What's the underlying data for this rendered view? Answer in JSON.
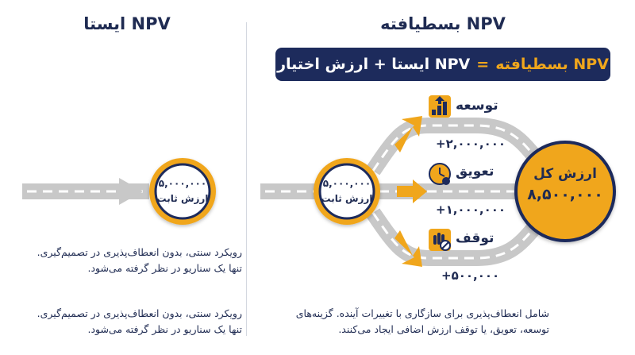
{
  "left": {
    "title": "NPV ایستا",
    "circle_value": "۵,۰۰۰,۰۰۰",
    "circle_label": "ارزش ثابت",
    "desc_1_line1": "رویکرد سنتی، بدون انعطاف‌پذیری در تصمیم‌گیری.",
    "desc_1_line2": "تنها یک سناریو در نظر گرفته می‌شود.",
    "desc_2_line1": "رویکرد سنتی، بدون انعطاف‌پذیری در تصمیم‌گیری.",
    "desc_2_line2": "تنها یک سناریو در نظر گرفته می‌شود."
  },
  "right": {
    "title": "NPV بسطیافته",
    "formula": {
      "lhs": "NPV بسطیافته",
      "eq": "=",
      "rhs": "NPV ایستا + ارزش اختیار"
    },
    "start_circle_value": "۵,۰۰۰,۰۰۰",
    "start_circle_label": "ارزش ثابت",
    "options": [
      {
        "label": "توسعه",
        "value": "+۲,۰۰۰,۰۰۰",
        "icon": "growth-bars-icon"
      },
      {
        "label": "تعویق",
        "value": "+۱,۰۰۰,۰۰۰",
        "icon": "clock-icon"
      },
      {
        "label": "توقف",
        "value": "+۵۰۰,۰۰۰",
        "icon": "stop-hand-icon"
      }
    ],
    "total_label": "ارزش کل",
    "total_value": "۸,۵۰۰,۰۰۰",
    "desc_line1": "شامل انعطاف‌پذیری برای سازگاری با تغییرات آینده. گزینه‌های",
    "desc_line2": "توسعه، تعویق، یا توقف ارزش اضافی ایجاد می‌کنند."
  },
  "colors": {
    "navy": "#1d2b5c",
    "orange": "#f0a61c",
    "road": "#c8c8c8",
    "road_dash": "#ffffff"
  }
}
